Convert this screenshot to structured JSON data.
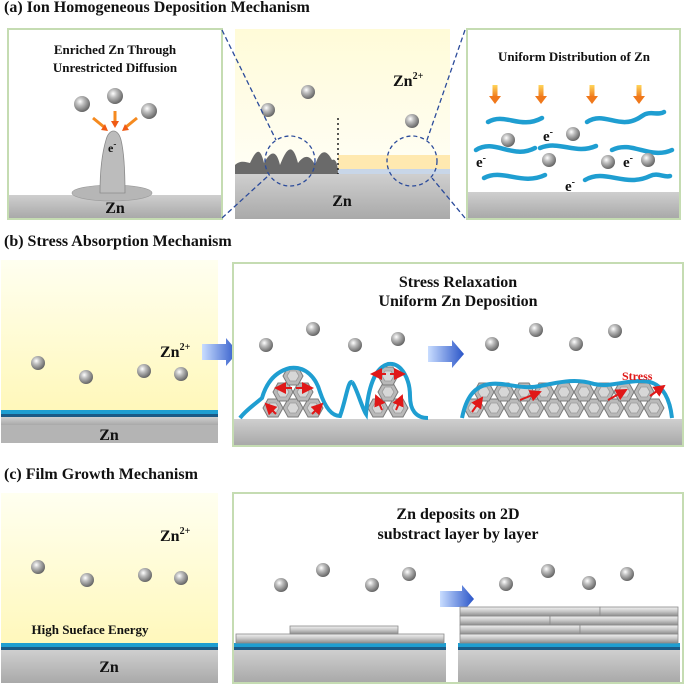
{
  "sections": {
    "a": {
      "title": "(a) Ion Homogeneous Deposition Mechanism",
      "left_caption_line1": "Enriched Zn Through",
      "left_caption_line2": "Unrestricted Diffusion",
      "left_electron": "e-",
      "left_substrate": "Zn",
      "center_ion": "Zn2+",
      "center_substrate": "Zn",
      "right_caption": "Uniform Distribution of Zn",
      "electron_label": "e-"
    },
    "b": {
      "title": "(b) Stress Absorption Mechanism",
      "left_ion": "Zn2+",
      "left_substrate": "Zn",
      "right_caption_line1": "Stress Relaxation",
      "right_caption_line2": "Uniform Zn Deposition",
      "stress_label": "Stress"
    },
    "c": {
      "title": "(c) Film Growth Mechanism",
      "left_ion": "Zn2+",
      "left_note": "High Sueface Energy",
      "left_substrate": "Zn",
      "right_caption_line1": "Zn deposits on 2D",
      "right_caption_line2": "substract layer by layer"
    }
  },
  "colors": {
    "panel_border": "#c5dcb2",
    "electrolyte_top": "#fffde0",
    "electrolyte_bottom": "#fff8b8",
    "substrate": "#bdbdbd",
    "film_blue": "#1f9ed1",
    "flow_arrow_blue": "#2b5fbf",
    "stress_red": "#e01818",
    "orange_arrow": "#f7a21b"
  }
}
